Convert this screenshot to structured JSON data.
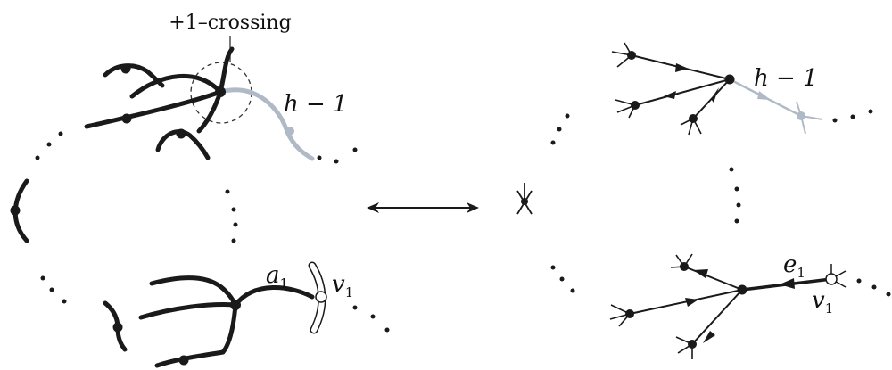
{
  "colors": {
    "ink": "#1a1a1a",
    "faded": "#b0bac6",
    "background": "#ffffff"
  },
  "left_panel": {
    "crossing_label": "+1–crossing",
    "edge_label": "h − 1",
    "arc_label": "a",
    "arc_subscript": "1",
    "vertex_label": "v",
    "vertex_subscript": "1"
  },
  "right_panel": {
    "edge_label": "h − 1",
    "edge_e_label": "e",
    "edge_e_subscript": "1",
    "vertex_label": "v",
    "vertex_subscript": "1"
  },
  "connector": {
    "icon": "double-arrow-icon"
  }
}
